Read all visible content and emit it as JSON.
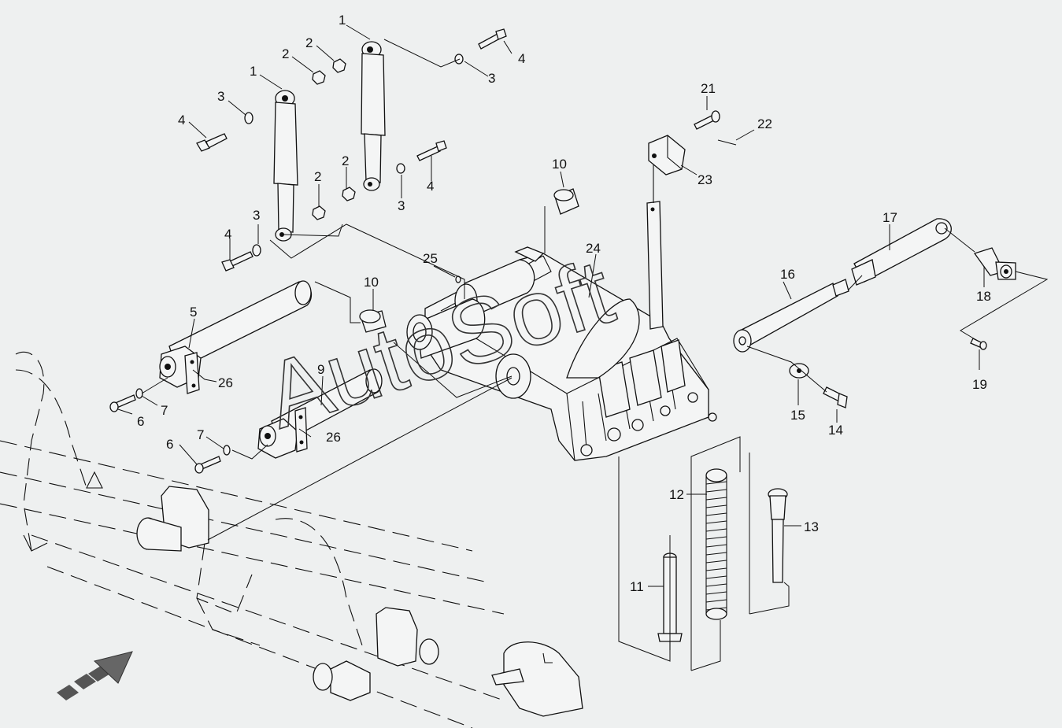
{
  "watermark": "AutoSoft",
  "callouts": [
    {
      "id": "c1a",
      "text": "1"
    },
    {
      "id": "c1b",
      "text": "1"
    },
    {
      "id": "c2a",
      "text": "2"
    },
    {
      "id": "c2b",
      "text": "2"
    },
    {
      "id": "c2c",
      "text": "2"
    },
    {
      "id": "c2d",
      "text": "2"
    },
    {
      "id": "c3a",
      "text": "3"
    },
    {
      "id": "c3b",
      "text": "3"
    },
    {
      "id": "c3c",
      "text": "3"
    },
    {
      "id": "c3d",
      "text": "3"
    },
    {
      "id": "c4a",
      "text": "4"
    },
    {
      "id": "c4b",
      "text": "4"
    },
    {
      "id": "c4c",
      "text": "4"
    },
    {
      "id": "c4d",
      "text": "4"
    },
    {
      "id": "c5",
      "text": "5"
    },
    {
      "id": "c6a",
      "text": "6"
    },
    {
      "id": "c6b",
      "text": "6"
    },
    {
      "id": "c7a",
      "text": "7"
    },
    {
      "id": "c7b",
      "text": "7"
    },
    {
      "id": "c9",
      "text": "9"
    },
    {
      "id": "c10a",
      "text": "10"
    },
    {
      "id": "c10b",
      "text": "10"
    },
    {
      "id": "c11",
      "text": "11"
    },
    {
      "id": "c12",
      "text": "12"
    },
    {
      "id": "c13",
      "text": "13"
    },
    {
      "id": "c14",
      "text": "14"
    },
    {
      "id": "c15",
      "text": "15"
    },
    {
      "id": "c16",
      "text": "16"
    },
    {
      "id": "c17",
      "text": "17"
    },
    {
      "id": "c18",
      "text": "18"
    },
    {
      "id": "c19",
      "text": "19"
    },
    {
      "id": "c21",
      "text": "21"
    },
    {
      "id": "c22",
      "text": "22"
    },
    {
      "id": "c23",
      "text": "23"
    },
    {
      "id": "c24",
      "text": "24"
    },
    {
      "id": "c25",
      "text": "25"
    },
    {
      "id": "c26a",
      "text": "26"
    },
    {
      "id": "c26b",
      "text": "26"
    }
  ]
}
